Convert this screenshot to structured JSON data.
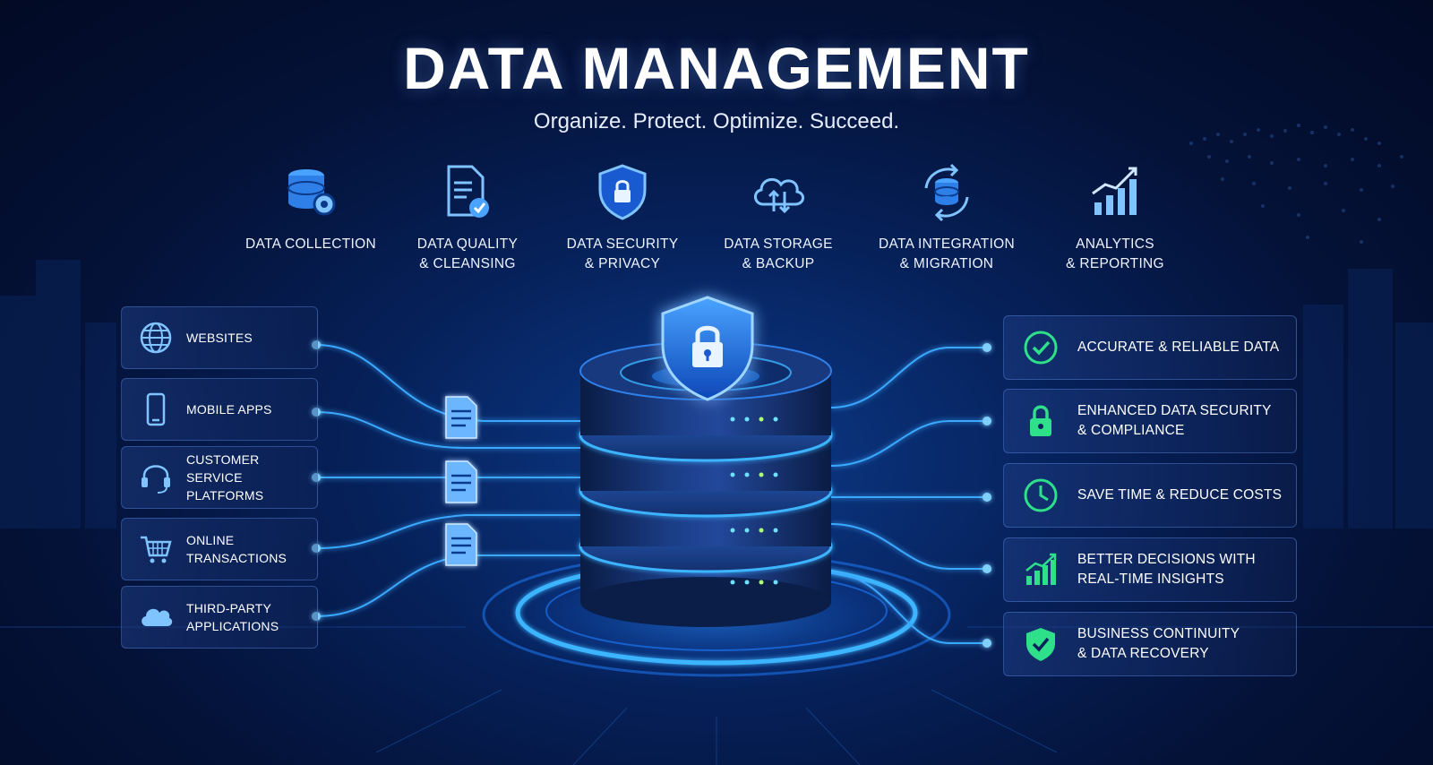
{
  "header": {
    "title": "DATA MANAGEMENT",
    "subtitle": "Organize. Protect. Optimize. Succeed."
  },
  "pillars": [
    {
      "icon": "database-gear-icon",
      "line1": "DATA COLLECTION",
      "line2": ""
    },
    {
      "icon": "document-check-icon",
      "line1": "DATA QUALITY",
      "line2": "& CLEANSING"
    },
    {
      "icon": "shield-lock-icon",
      "line1": "DATA SECURITY",
      "line2": "& PRIVACY"
    },
    {
      "icon": "cloud-sync-icon",
      "line1": "DATA STORAGE",
      "line2": "& BACKUP"
    },
    {
      "icon": "database-refresh-icon",
      "line1": "DATA INTEGRATION",
      "line2": "& MIGRATION"
    },
    {
      "icon": "chart-growth-icon",
      "line1": "ANALYTICS",
      "line2": "& REPORTING"
    }
  ],
  "sources": [
    {
      "icon": "globe-icon",
      "line1": "WEBSITES",
      "line2": ""
    },
    {
      "icon": "mobile-phone-icon",
      "line1": "MOBILE APPS",
      "line2": ""
    },
    {
      "icon": "headset-icon",
      "line1": "CUSTOMER SERVICE",
      "line2": "PLATFORMS"
    },
    {
      "icon": "shopping-cart-icon",
      "line1": "ONLINE",
      "line2": "TRANSACTIONS"
    },
    {
      "icon": "cloud-icon",
      "line1": "THIRD-PARTY",
      "line2": "APPLICATIONS"
    }
  ],
  "outcomes": [
    {
      "icon": "check-circle-icon",
      "line1": "ACCURATE & RELIABLE DATA",
      "line2": ""
    },
    {
      "icon": "padlock-icon",
      "line1": "ENHANCED DATA SECURITY",
      "line2": "& COMPLIANCE"
    },
    {
      "icon": "clock-icon",
      "line1": "SAVE TIME & REDUCE COSTS",
      "line2": ""
    },
    {
      "icon": "bar-chart-icon",
      "line1": "BETTER DECISIONS WITH",
      "line2": "REAL-TIME INSIGHTS"
    },
    {
      "icon": "shield-check-icon",
      "line1": "BUSINESS CONTINUITY",
      "line2": "& DATA RECOVERY"
    }
  ],
  "colors": {
    "accent": "#3aa8ff",
    "glow": "#1f8bff",
    "success": "#2ee08a",
    "background": "#041238"
  }
}
